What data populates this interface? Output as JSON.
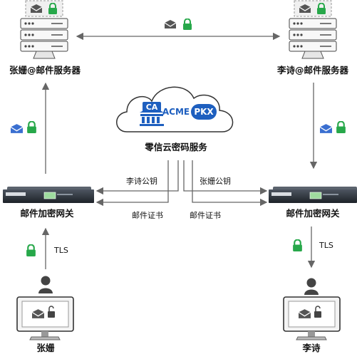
{
  "nodes": {
    "left_server": "张姗@邮件服务器",
    "right_server": "李诗@邮件服务器",
    "cloud": "零信云密码服务",
    "left_gateway": "邮件加密网关",
    "right_gateway": "邮件加密网关",
    "left_user": "张姗",
    "right_user": "李诗"
  },
  "cloud_badges": {
    "ca": "CA",
    "acme": "ACME",
    "pkx": "PKX"
  },
  "edges": {
    "lisi_pubkey": "李诗公钥",
    "zhangshan_pubkey": "张姗公钥",
    "cert_left": "邮件证书",
    "cert_right": "邮件证书",
    "tls_left": "TLS",
    "tls_right": "TLS"
  },
  "colors": {
    "lock_green": "#27a84a",
    "cloud_blue": "#1e5fbf",
    "arrow_gray": "#666666",
    "envelope_blue": "#3a6fd0"
  },
  "icons": [
    "server-icon",
    "envelope-icon",
    "lock-icon",
    "cloud-icon",
    "gateway-icon",
    "user-icon",
    "monitor-icon"
  ]
}
